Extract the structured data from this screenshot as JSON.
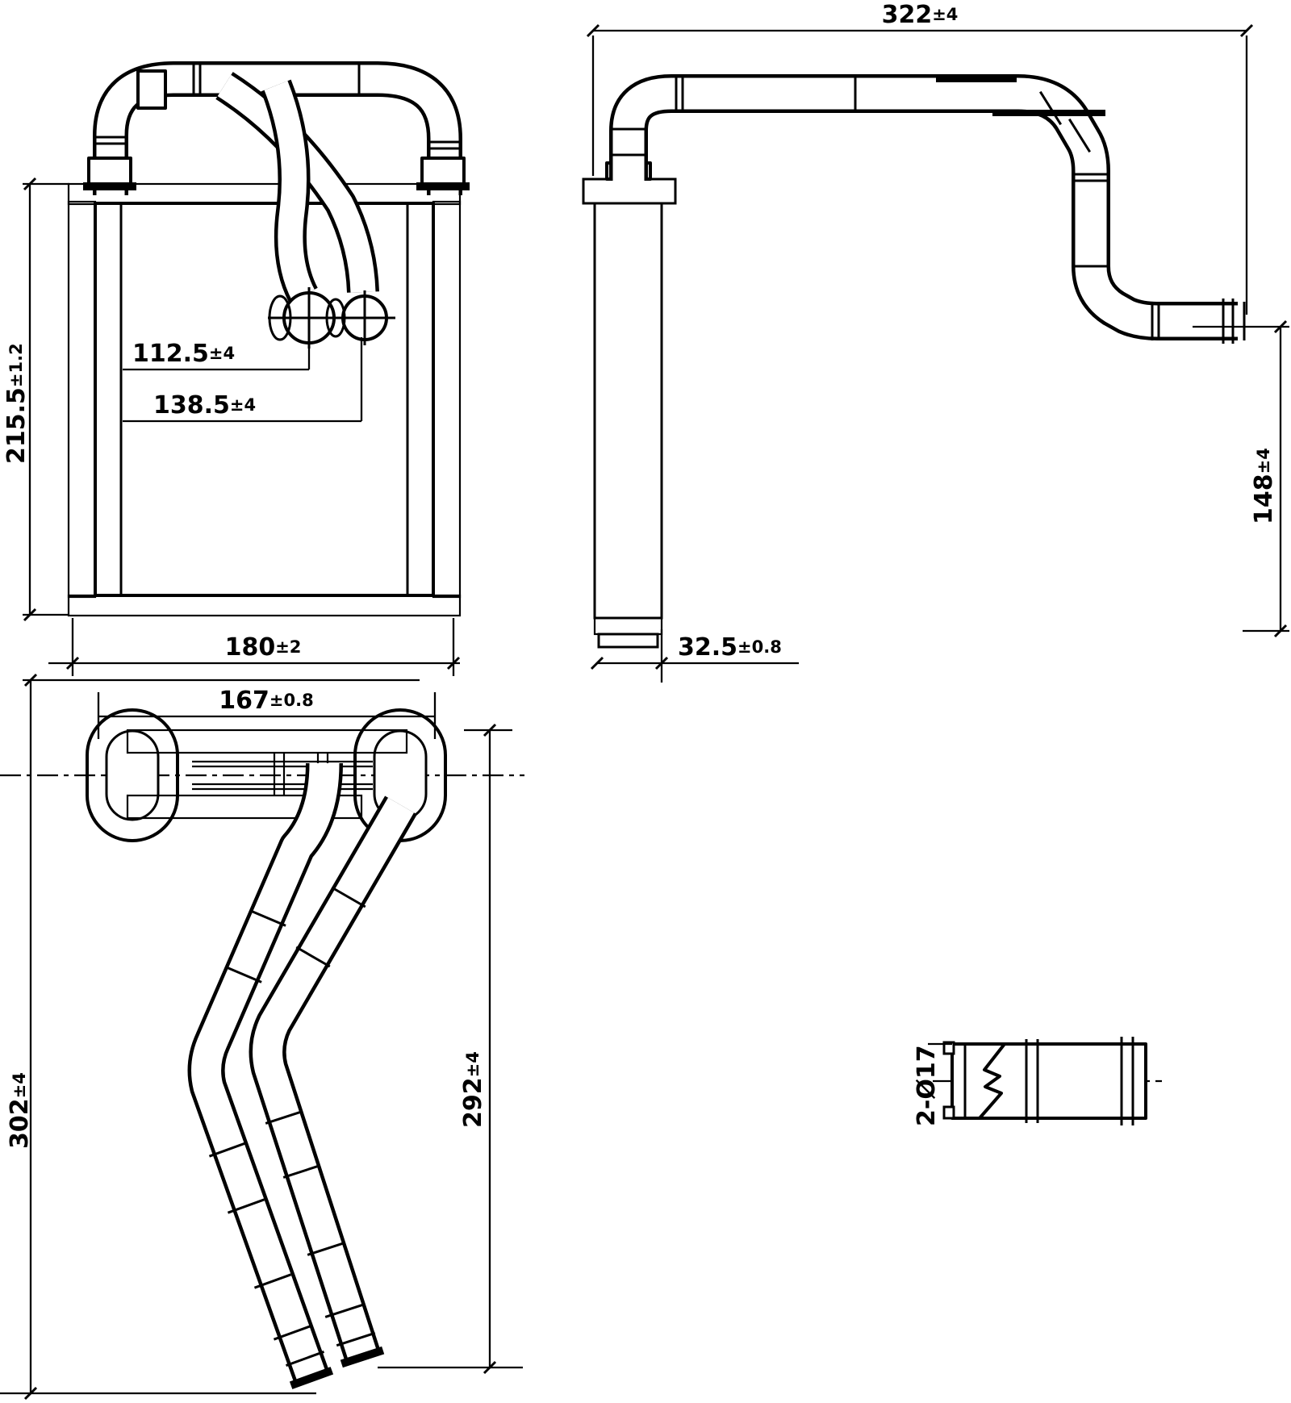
{
  "colors": {
    "line": "#000000",
    "background": "#ffffff"
  },
  "dims": {
    "front_height": {
      "value": "215.5",
      "tol": "±1.2"
    },
    "front_inlet": {
      "value": "112.5",
      "tol": "±4"
    },
    "front_outlet": {
      "value": "138.5",
      "tol": "±4"
    },
    "front_width": {
      "value": "180",
      "tol": "±2"
    },
    "side_span": {
      "value": "322",
      "tol": "±4"
    },
    "side_depth": {
      "value": "32.5",
      "tol": "±0.8"
    },
    "side_drop": {
      "value": "148",
      "tol": "±4"
    },
    "top_width": {
      "value": "167",
      "tol": "±0.8"
    },
    "top_left_len": {
      "value": "302",
      "tol": "±4"
    },
    "top_right_len": {
      "value": "292",
      "tol": "±4"
    },
    "detail_ports": {
      "value": "2-Ø17"
    }
  }
}
